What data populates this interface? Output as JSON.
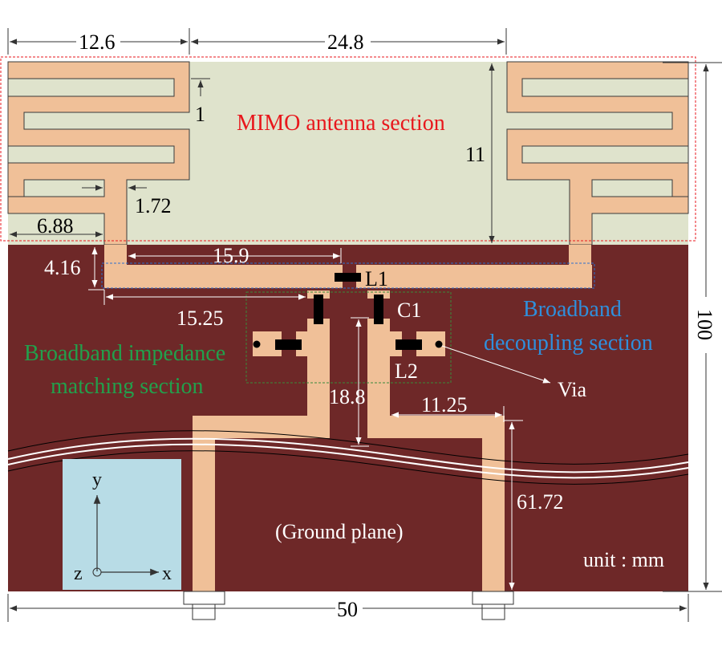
{
  "figure": {
    "title": "MIMO antenna layout",
    "unit_label": "unit : mm",
    "colors": {
      "substrate": "#dfe3cc",
      "copper": "#f0c098",
      "ground": "#6e2828",
      "coord_box": "#b8dce6",
      "antenna_section": "#e8171c",
      "matching_section": "#22a04c",
      "decoupling_section": "#2f8fdc",
      "dim_dark": "#333333",
      "dim_light": "#ffffff"
    }
  },
  "sections": {
    "antenna": "MIMO antenna section",
    "matching_line1": "Broadband impedance",
    "matching_line2": "matching section",
    "decoupling_line1": "Broadband",
    "decoupling_line2": "decoupling section",
    "ground": "(Ground plane)"
  },
  "components": {
    "L1": "L1",
    "C1": "C1",
    "L2": "L2",
    "via": "Via"
  },
  "dimensions": {
    "d_12_6": "12.6",
    "d_24_8": "24.8",
    "d_1": "1",
    "d_11": "11",
    "d_1_72": "1.72",
    "d_6_88": "6.88",
    "d_4_16": "4.16",
    "d_15_9": "15.9",
    "d_15_25": "15.25",
    "d_18_8": "18.8",
    "d_11_25": "11.25",
    "d_61_72": "61.72",
    "d_100": "100",
    "d_50": "50"
  },
  "axes": {
    "x": "x",
    "y": "y",
    "z": "z"
  }
}
